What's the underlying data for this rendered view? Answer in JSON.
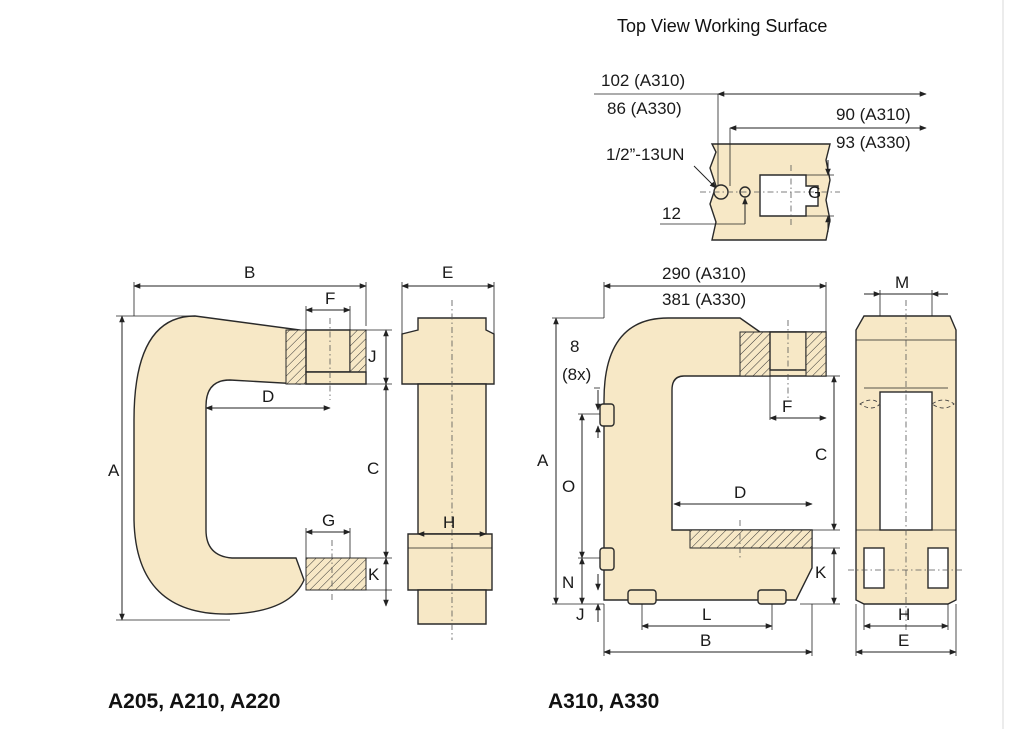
{
  "title": "Top View Working Surface",
  "captions": {
    "left": "A205, A210, A220",
    "right": "A310, A330"
  },
  "top_view": {
    "dim_102": "102 (A310)",
    "dim_86": "86 (A330)",
    "dim_90": "90 (A310)",
    "dim_93": "93 (A330)",
    "thread": "1/2”-13UN",
    "dim_12": "12",
    "dim_g": "G"
  },
  "left_side": {
    "A": "A",
    "B": "B",
    "C": "C",
    "D": "D",
    "F": "F",
    "G": "G",
    "J": "J",
    "K": "K"
  },
  "left_front": {
    "E": "E",
    "H": "H"
  },
  "right_side": {
    "dim_290": "290 (A310)",
    "dim_381": "381 (A330)",
    "dim_8": "8",
    "dim_8x": "(8x)",
    "A": "A",
    "O": "O",
    "N": "N",
    "J": "J",
    "C": "C",
    "D": "D",
    "F": "F",
    "K": "K",
    "L": "L",
    "B": "B"
  },
  "right_front": {
    "M": "M",
    "H": "H",
    "E": "E"
  }
}
